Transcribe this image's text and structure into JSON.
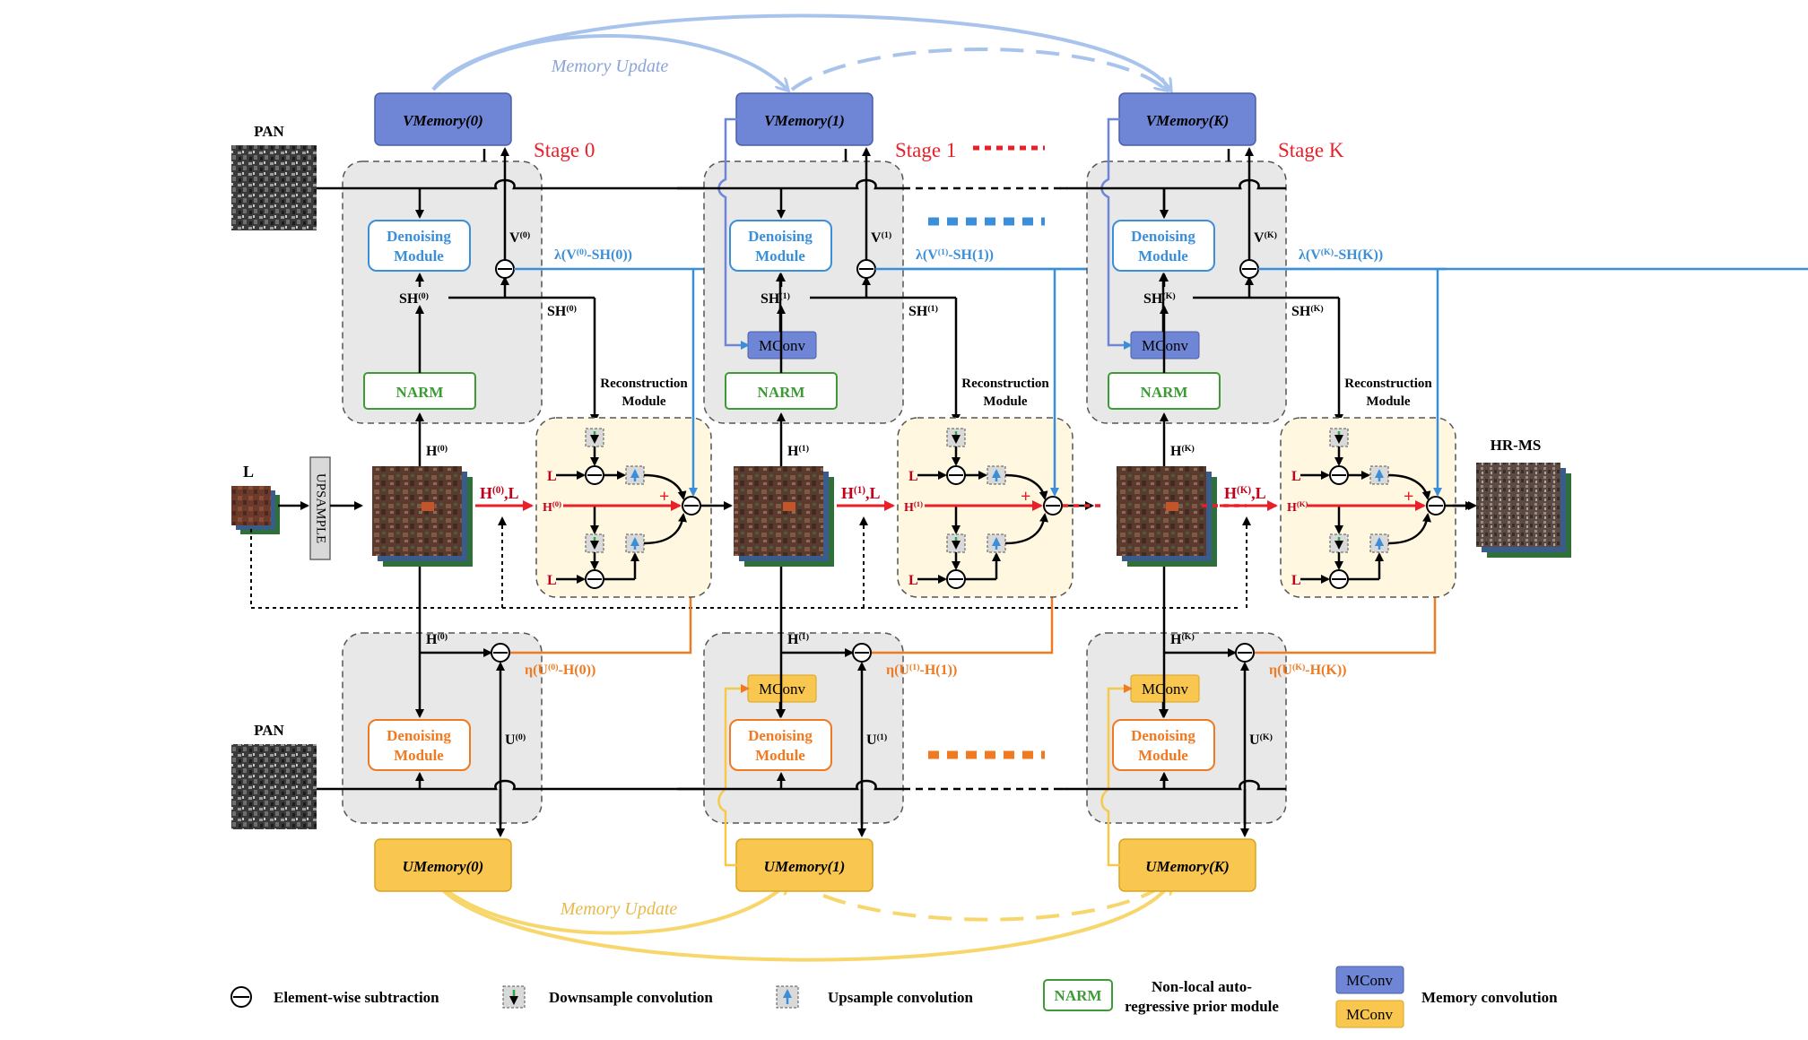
{
  "diagram": {
    "memory_update": "Memory Update",
    "pan_label": "PAN",
    "l_label": "L",
    "upsample": "UPSAMPLE",
    "hrms": "HR-MS",
    "recon_label_1": "Reconstruction",
    "recon_label_2": "Module",
    "plus": "+",
    "stages": [
      {
        "stage": "Stage 0",
        "vmem": "VMemory(0)",
        "umem": "UMemory(0)",
        "sup": "(0)",
        "k": "0"
      },
      {
        "stage": "Stage 1",
        "vmem": "VMemory(1)",
        "umem": "UMemory(1)",
        "sup": "(1)",
        "k": "1"
      },
      {
        "stage": "Stage K",
        "vmem": "VMemory(K)",
        "umem": "UMemory(K)",
        "sup": "(K)",
        "k": "K"
      }
    ],
    "denoise_1": "Denoising",
    "denoise_2": "Module",
    "narm": "NARM",
    "mconv": "MConv"
  },
  "legend": {
    "subtraction": "Element-wise subtraction",
    "downsample": "Downsample convolution",
    "upsample": "Upsample convolution",
    "narm_box": "NARM",
    "narm_desc_1": "Non-local auto-",
    "narm_desc_2": "regressive prior module",
    "mconv_box": "MConv",
    "mconv_desc": "Memory convolution"
  },
  "colors": {
    "vmem": "#6f86d6",
    "umem": "#f9c74f",
    "red": "#e8202a",
    "blue": "#3b8fd9",
    "orange": "#ef7a22",
    "green": "#3d9b35",
    "dark_red": "#c0001a"
  }
}
